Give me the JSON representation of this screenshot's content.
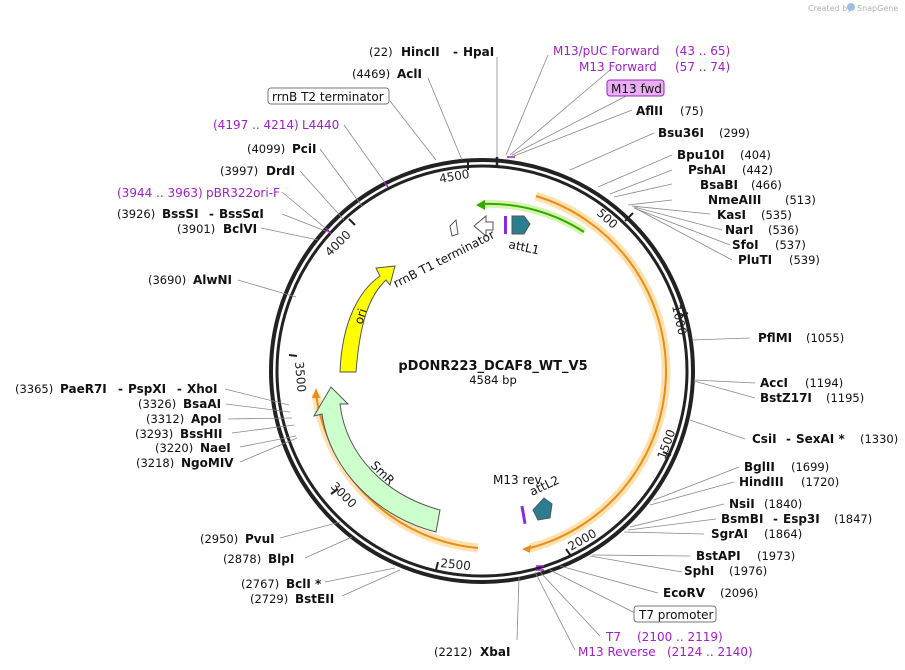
{
  "credit": {
    "prefix": "Created by",
    "brand": "SnapGene"
  },
  "plasmid": {
    "name": "pDONR223_DCAF8_WT_V5",
    "size": "4584 bp"
  },
  "ticks": [
    "500",
    "1000",
    "1500",
    "2000",
    "2500",
    "3000",
    "3500",
    "4000",
    "4500"
  ],
  "features": {
    "ori": "ori",
    "smr": "SmR",
    "rrnb_t1": "rrnB T1 terminator",
    "rrnb_t2": "rrnB T2 terminator",
    "attl1": "attL1",
    "attl2": "attL2",
    "m13_rev": "M13 rev",
    "m13_fwd": "M13 fwd",
    "t7_promoter": "T7 promoter"
  },
  "sites_right": [
    {
      "pos": "(22)",
      "names": [
        "HincII",
        "HpaI"
      ]
    },
    {
      "pos": "(75)",
      "names": [
        "AflII"
      ]
    },
    {
      "pos": "(299)",
      "names": [
        "Bsu36I"
      ]
    },
    {
      "pos": "(404)",
      "names": [
        "Bpu10I"
      ]
    },
    {
      "pos": "(442)",
      "names": [
        "PshAI"
      ]
    },
    {
      "pos": "(466)",
      "names": [
        "BsaBI"
      ]
    },
    {
      "pos": "(513)",
      "names": [
        "NmeAIII"
      ]
    },
    {
      "pos": "(535)",
      "names": [
        "KasI"
      ]
    },
    {
      "pos": "(536)",
      "names": [
        "NarI"
      ]
    },
    {
      "pos": "(537)",
      "names": [
        "SfoI"
      ]
    },
    {
      "pos": "(539)",
      "names": [
        "PluTI"
      ]
    },
    {
      "pos": "(1055)",
      "names": [
        "PflMI"
      ]
    },
    {
      "pos": "(1194)",
      "names": [
        "AccI"
      ]
    },
    {
      "pos": "(1195)",
      "names": [
        "BstZ17I"
      ]
    },
    {
      "pos": "(1330)",
      "names": [
        "CsiI",
        "SexAI *"
      ]
    },
    {
      "pos": "(1699)",
      "names": [
        "BglII"
      ]
    },
    {
      "pos": "(1720)",
      "names": [
        "HindIII"
      ]
    },
    {
      "pos": "(1840)",
      "names": [
        "NsiI"
      ]
    },
    {
      "pos": "(1847)",
      "names": [
        "BsmBI",
        "Esp3I"
      ]
    },
    {
      "pos": "(1864)",
      "names": [
        "SgrAI"
      ]
    },
    {
      "pos": "(1973)",
      "names": [
        "BstAPI"
      ]
    },
    {
      "pos": "(1976)",
      "names": [
        "SphI"
      ]
    },
    {
      "pos": "(2096)",
      "names": [
        "EcoRV"
      ]
    }
  ],
  "sites_left": [
    {
      "pos": "(4469)",
      "names": [
        "AclI"
      ]
    },
    {
      "pos": "(4099)",
      "names": [
        "PciI"
      ]
    },
    {
      "pos": "(3997)",
      "names": [
        "DrdI"
      ]
    },
    {
      "pos": "(3926)",
      "names": [
        "BssSI",
        "BssSαI"
      ]
    },
    {
      "pos": "(3901)",
      "names": [
        "BclVI"
      ]
    },
    {
      "pos": "(3690)",
      "names": [
        "AlwNI"
      ]
    },
    {
      "pos": "(3365)",
      "names": [
        "PaeR7I",
        "PspXI",
        "XhoI"
      ]
    },
    {
      "pos": "(3326)",
      "names": [
        "BsaAI"
      ]
    },
    {
      "pos": "(3312)",
      "names": [
        "ApoI"
      ]
    },
    {
      "pos": "(3293)",
      "names": [
        "BssHII"
      ]
    },
    {
      "pos": "(3220)",
      "names": [
        "NaeI"
      ]
    },
    {
      "pos": "(3218)",
      "names": [
        "NgoMIV"
      ]
    },
    {
      "pos": "(2950)",
      "names": [
        "PvuI"
      ]
    },
    {
      "pos": "(2878)",
      "names": [
        "BlpI"
      ]
    },
    {
      "pos": "(2767)",
      "names": [
        "BclI *"
      ]
    },
    {
      "pos": "(2729)",
      "names": [
        "BstEII"
      ]
    },
    {
      "pos": "(2212)",
      "names": [
        "XbaI"
      ]
    }
  ],
  "primers": [
    {
      "name": "M13/pUC Forward",
      "range": "(43 .. 65)"
    },
    {
      "name": "M13 Forward",
      "range": "(57 .. 74)"
    },
    {
      "name": "L4440",
      "range": "(4197 .. 4214)"
    },
    {
      "name": "pBR322ori-F",
      "range": "(3944 .. 3963)"
    },
    {
      "name": "T7",
      "range": "(2100 .. 2119)"
    },
    {
      "name": "M13 Reverse",
      "range": "(2124 .. 2140)"
    }
  ],
  "colors": {
    "backbone": "#222222",
    "ori": "#ffff00",
    "smr": "#ccffcc",
    "attl_green": "#33aa00",
    "attl_box": "#2a7e90",
    "orange_arc": "#e88e1a",
    "orange_glow": "#ffe2b0",
    "primer": "#a020c8",
    "primer_box": "#e8b0f2"
  }
}
